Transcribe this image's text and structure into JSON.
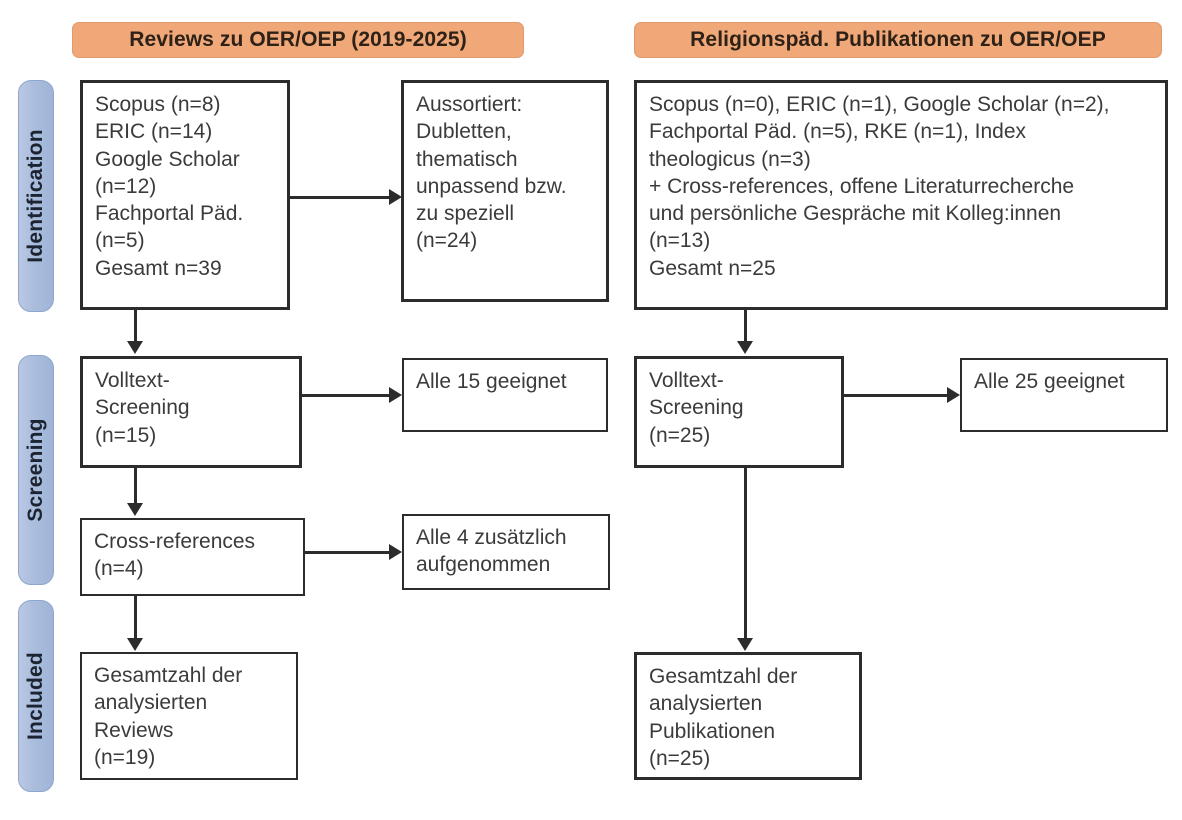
{
  "figure": {
    "type": "prisma-flow-diagram",
    "accent_header_color": "#f0a878",
    "phase_bar_color": "#aabddd",
    "box_border_color": "#2c2c2c",
    "background_color": "#ffffff"
  },
  "phases": [
    {
      "label": "Identification"
    },
    {
      "label": "Screening"
    },
    {
      "label": "Included"
    }
  ],
  "columns": [
    {
      "header": "Reviews zu OER/OEP (2019-2025)"
    },
    {
      "header": "Religionspäd. Publikationen zu OER/OEP"
    }
  ],
  "left_column": {
    "identification_sources": "Scopus (n=8)\nERIC (n=14)\nGoogle Scholar\n(n=12)\nFachportal Päd.\n(n=5)\nGesamt n=39",
    "excluded": "Aussortiert:\nDubletten,\nthematisch\nunpassend bzw.\nzu speziell\n(n=24)",
    "fulltext_screening": "Volltext-\nScreening\n(n=15)",
    "fulltext_result": "Alle 15 geeignet",
    "cross_references": "Cross-references\n(n=4)",
    "cross_references_result": "Alle 4 zusätzlich\naufgenommen",
    "included_total": "Gesamtzahl der\nanalysierten\nReviews\n(n=19)"
  },
  "right_column": {
    "identification_sources": "Scopus (n=0), ERIC (n=1), Google Scholar (n=2),\nFachportal Päd. (n=5), RKE (n=1), Index\ntheologicus (n=3)\n+ Cross-references, offene Literaturrecherche\nund persönliche Gespräche mit Kolleg:innen\n(n=13)\nGesamt n=25",
    "fulltext_screening": "Volltext-\nScreening\n(n=25)",
    "fulltext_result": "Alle 25 geeignet",
    "included_total": "Gesamtzahl der\nanalysierten\nPublikationen\n(n=25)"
  },
  "chart_data": {
    "type": "table",
    "title": "PRISMA-Flussdiagramm: Reviews und religionspädagogische Publikationen zu OER/OEP",
    "streams": [
      {
        "name": "Reviews zu OER/OEP (2019-2025)",
        "identification": [
          {
            "source": "Scopus",
            "n": 8
          },
          {
            "source": "ERIC",
            "n": 14
          },
          {
            "source": "Google Scholar",
            "n": 12
          },
          {
            "source": "Fachportal Päd.",
            "n": 5
          },
          {
            "source": "Gesamt",
            "n": 39
          }
        ],
        "excluded": {
          "reason": "Dubletten, thematisch unpassend bzw. zu speziell",
          "n": 24
        },
        "screening": {
          "stage": "Volltext-Screening",
          "n": 15,
          "result": "Alle 15 geeignet"
        },
        "cross_references": {
          "n": 4,
          "result": "Alle 4 zusätzlich aufgenommen"
        },
        "included": {
          "label": "Gesamtzahl der analysierten Reviews",
          "n": 19
        }
      },
      {
        "name": "Religionspäd. Publikationen zu OER/OEP",
        "identification": [
          {
            "source": "Scopus",
            "n": 0
          },
          {
            "source": "ERIC",
            "n": 1
          },
          {
            "source": "Google Scholar",
            "n": 2
          },
          {
            "source": "Fachportal Päd.",
            "n": 5
          },
          {
            "source": "RKE",
            "n": 1
          },
          {
            "source": "Index theologicus",
            "n": 3
          },
          {
            "source": "Cross-references, offene Literaturrecherche und persönliche Gespräche mit Kolleg:innen",
            "n": 13
          },
          {
            "source": "Gesamt",
            "n": 25
          }
        ],
        "excluded": null,
        "screening": {
          "stage": "Volltext-Screening",
          "n": 25,
          "result": "Alle 25 geeignet"
        },
        "cross_references": null,
        "included": {
          "label": "Gesamtzahl der analysierten Publikationen",
          "n": 25
        }
      }
    ]
  }
}
